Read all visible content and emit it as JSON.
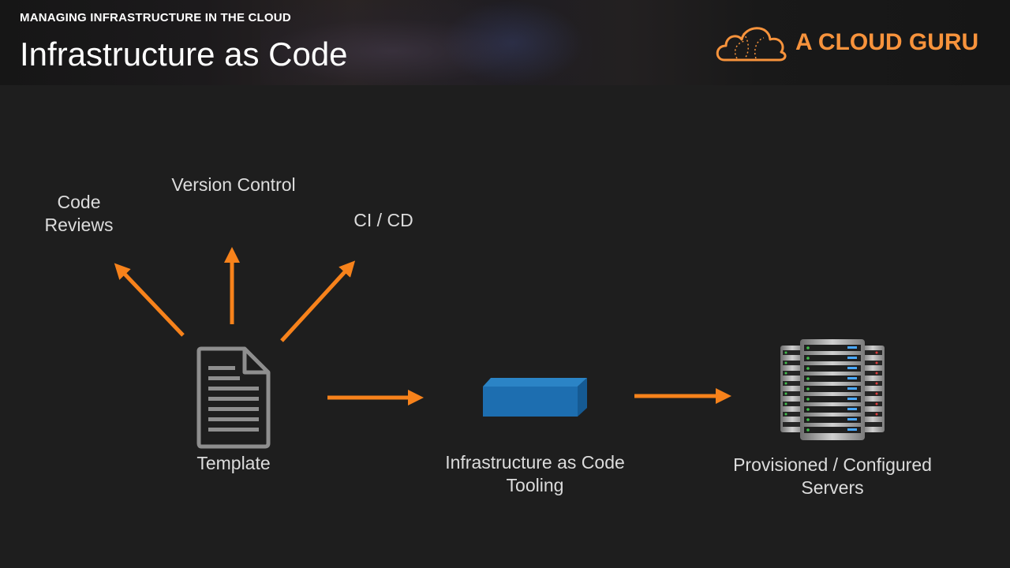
{
  "header": {
    "kicker": "MANAGING INFRASTRUCTURE IN THE CLOUD",
    "title": "Infrastructure as Code"
  },
  "logo": {
    "text": "A CLOUD GURU"
  },
  "diagram": {
    "code_reviews_line1": "Code",
    "code_reviews_line2": "Reviews",
    "version_control": "Version Control",
    "ci_cd": "CI / CD",
    "template": "Template",
    "tooling_line1": "Infrastructure as Code",
    "tooling_line2": "Tooling",
    "servers_line1": "Provisioned / Configured",
    "servers_line2": "Servers"
  },
  "colors": {
    "accent": "#f7821b",
    "background": "#1e1e1e",
    "block": "#1d6eb0",
    "icon_gray": "#8e8e8e"
  },
  "icons": [
    "cloud-logo-icon",
    "document-icon",
    "tooling-block-icon",
    "server-rack-icon",
    "arrow-icon"
  ]
}
